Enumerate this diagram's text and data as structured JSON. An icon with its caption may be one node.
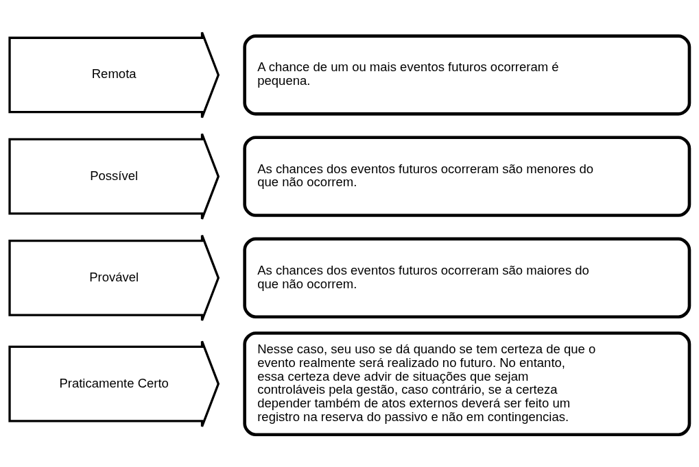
{
  "diagram": {
    "nodes": [
      {
        "text": [
          "Praticamente Certo"
        ]
      },
      {
        "text": [
          "Nesse caso, seu uso se dá quando se tem certeza de que o evento realmente será realizado no futuro. No entanto, essa certeza deve advir de situações que sejam controláveis pela gestão, caso contrário, se a certeza depender também de atos externos deverá ser feito um registro na reserva do passivo e não em contingencias."
        ]
      },
      {
        "text": [
          "Provável"
        ]
      },
      {
        "text": [
          "As chances dos eventos futuros ocorreram são maiores do que não ocorrem."
        ]
      },
      {
        "text": [
          "Possível"
        ]
      },
      {
        "text": [
          "As chances dos eventos futuros ocorreram são menores do que não ocorrem."
        ]
      },
      {
        "text": [
          "Remota"
        ]
      },
      {
        "text": [
          "A chance de um ou mais eventos futuros ocorreram é pequena."
        ]
      }
    ]
  }
}
